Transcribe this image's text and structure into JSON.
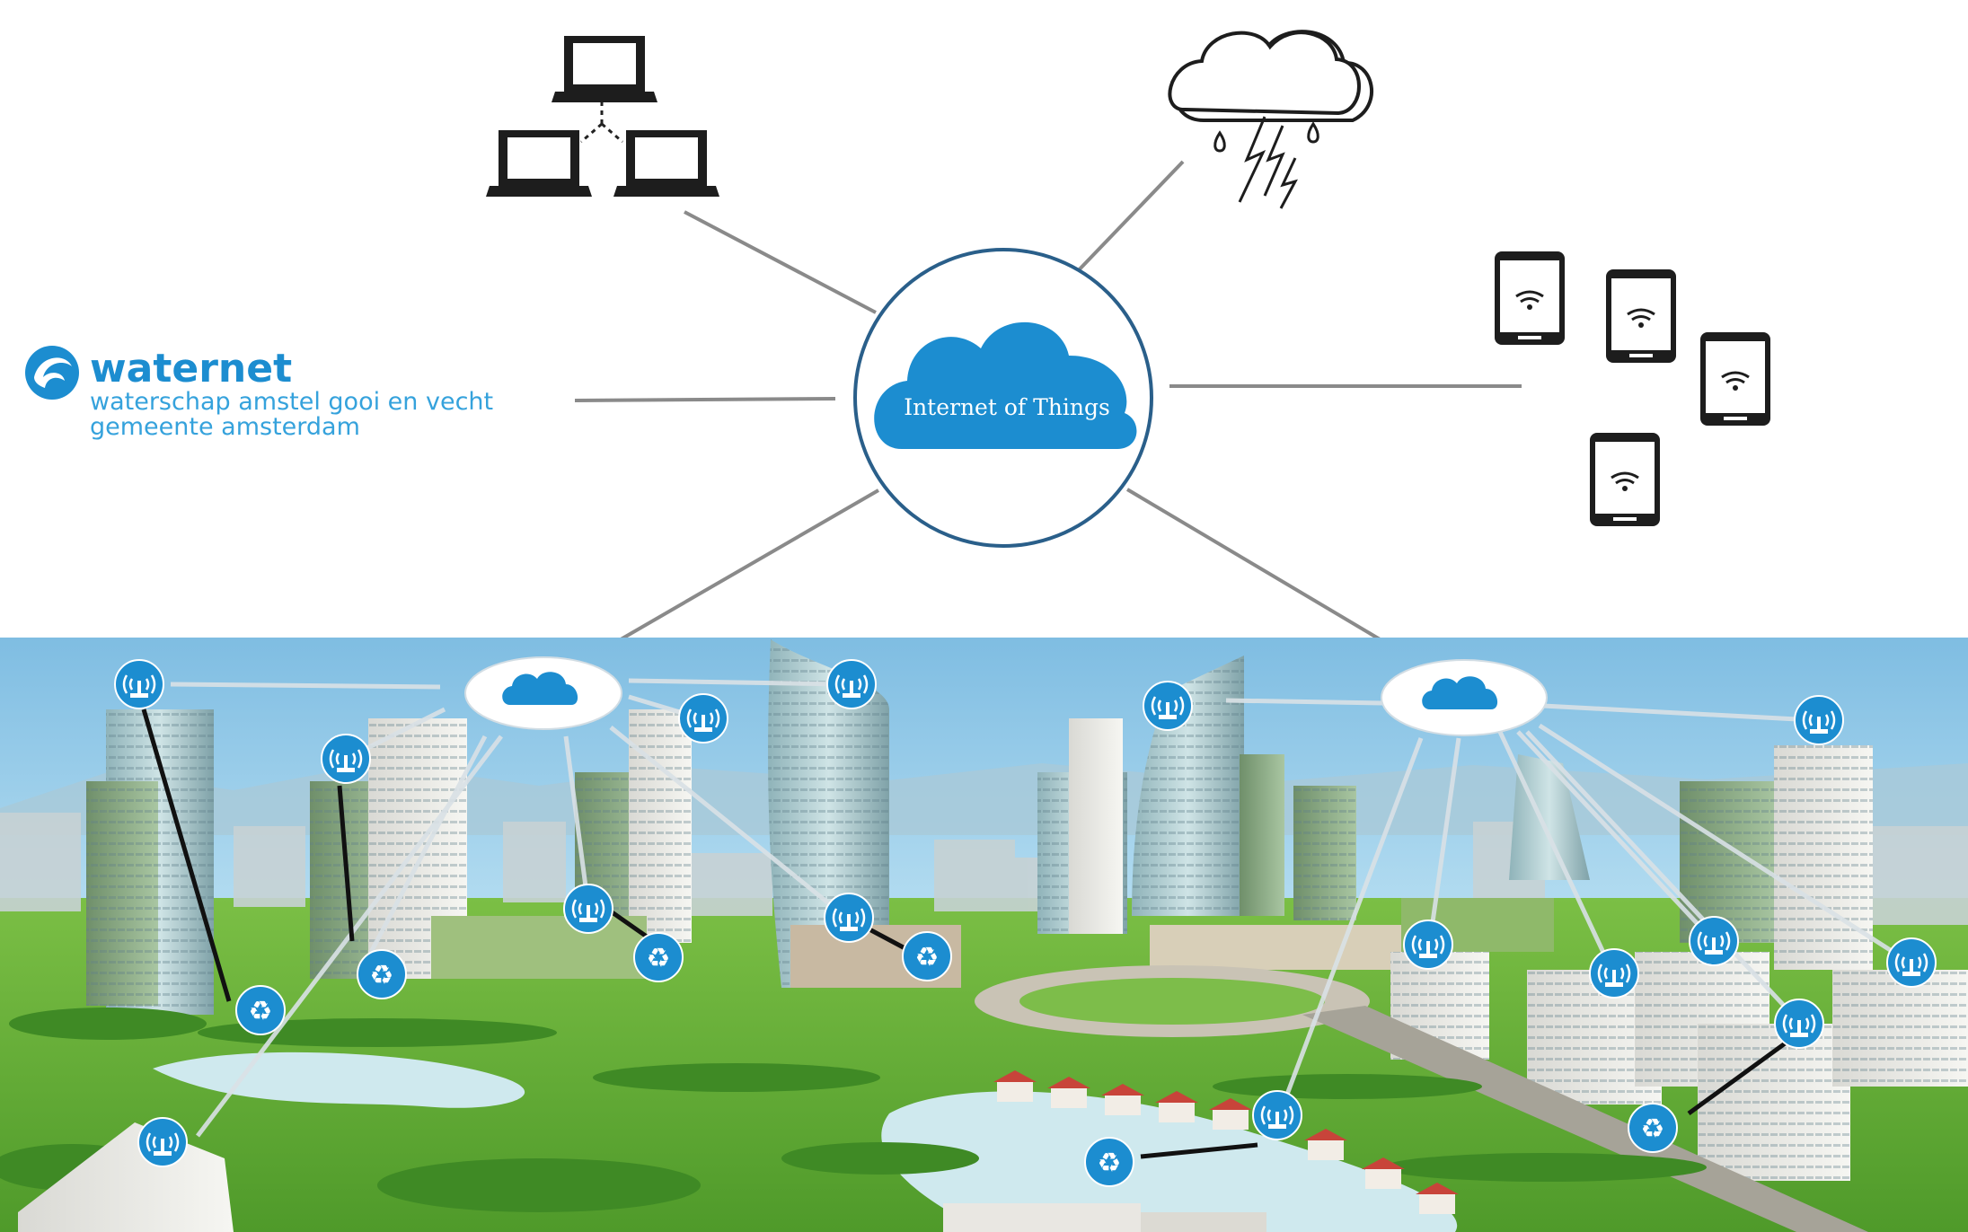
{
  "hub": {
    "label": "Internet of Things"
  },
  "organization": {
    "name": "waternet",
    "subtitle_lines": [
      "waterschap amstel gooi en vecht",
      "gemeente amsterdam"
    ]
  },
  "nodes": {
    "computer_network": {
      "icon": "laptop-network-icon",
      "count": 3
    },
    "weather": {
      "icon": "storm-cloud-icon"
    },
    "mobile_devices": {
      "icon": "smartphone-wifi-icon",
      "count": 4
    },
    "city": {
      "gateways": 2,
      "sensor_icon": "wireless-sensor-icon",
      "recycle_icon": "recycle-icon"
    }
  },
  "colors": {
    "accent": "#1c8dd0",
    "hub_border": "#2a5f8a",
    "connector": "#8a8a8a",
    "sky": "#9ecfe9",
    "grass": "#6db43a",
    "water": "#cfe9ee"
  }
}
